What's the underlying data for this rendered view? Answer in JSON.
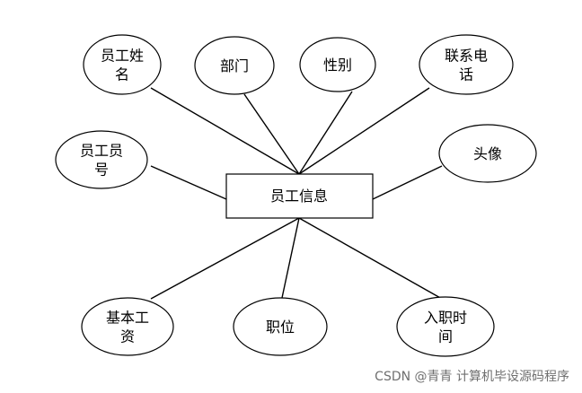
{
  "diagram": {
    "entity": {
      "label": "员工信息"
    },
    "attributes": [
      {
        "id": "employee-name",
        "lines": [
          "员工姓",
          "名"
        ]
      },
      {
        "id": "department",
        "lines": [
          "部门"
        ]
      },
      {
        "id": "gender",
        "lines": [
          "性别"
        ]
      },
      {
        "id": "phone",
        "lines": [
          "联系电",
          "话"
        ]
      },
      {
        "id": "employee-id",
        "lines": [
          "员工员",
          "号"
        ]
      },
      {
        "id": "avatar",
        "lines": [
          "头像"
        ]
      },
      {
        "id": "base-salary",
        "lines": [
          "基本工",
          "资"
        ]
      },
      {
        "id": "position",
        "lines": [
          "职位"
        ]
      },
      {
        "id": "hire-date",
        "lines": [
          "入职时",
          "间"
        ]
      }
    ],
    "colors": {
      "stroke": "#000000",
      "fill": "#ffffff",
      "text": "#000000",
      "watermark": "#6f6f6f"
    }
  },
  "watermark": "CSDN @青青  计算机毕设源码程序"
}
